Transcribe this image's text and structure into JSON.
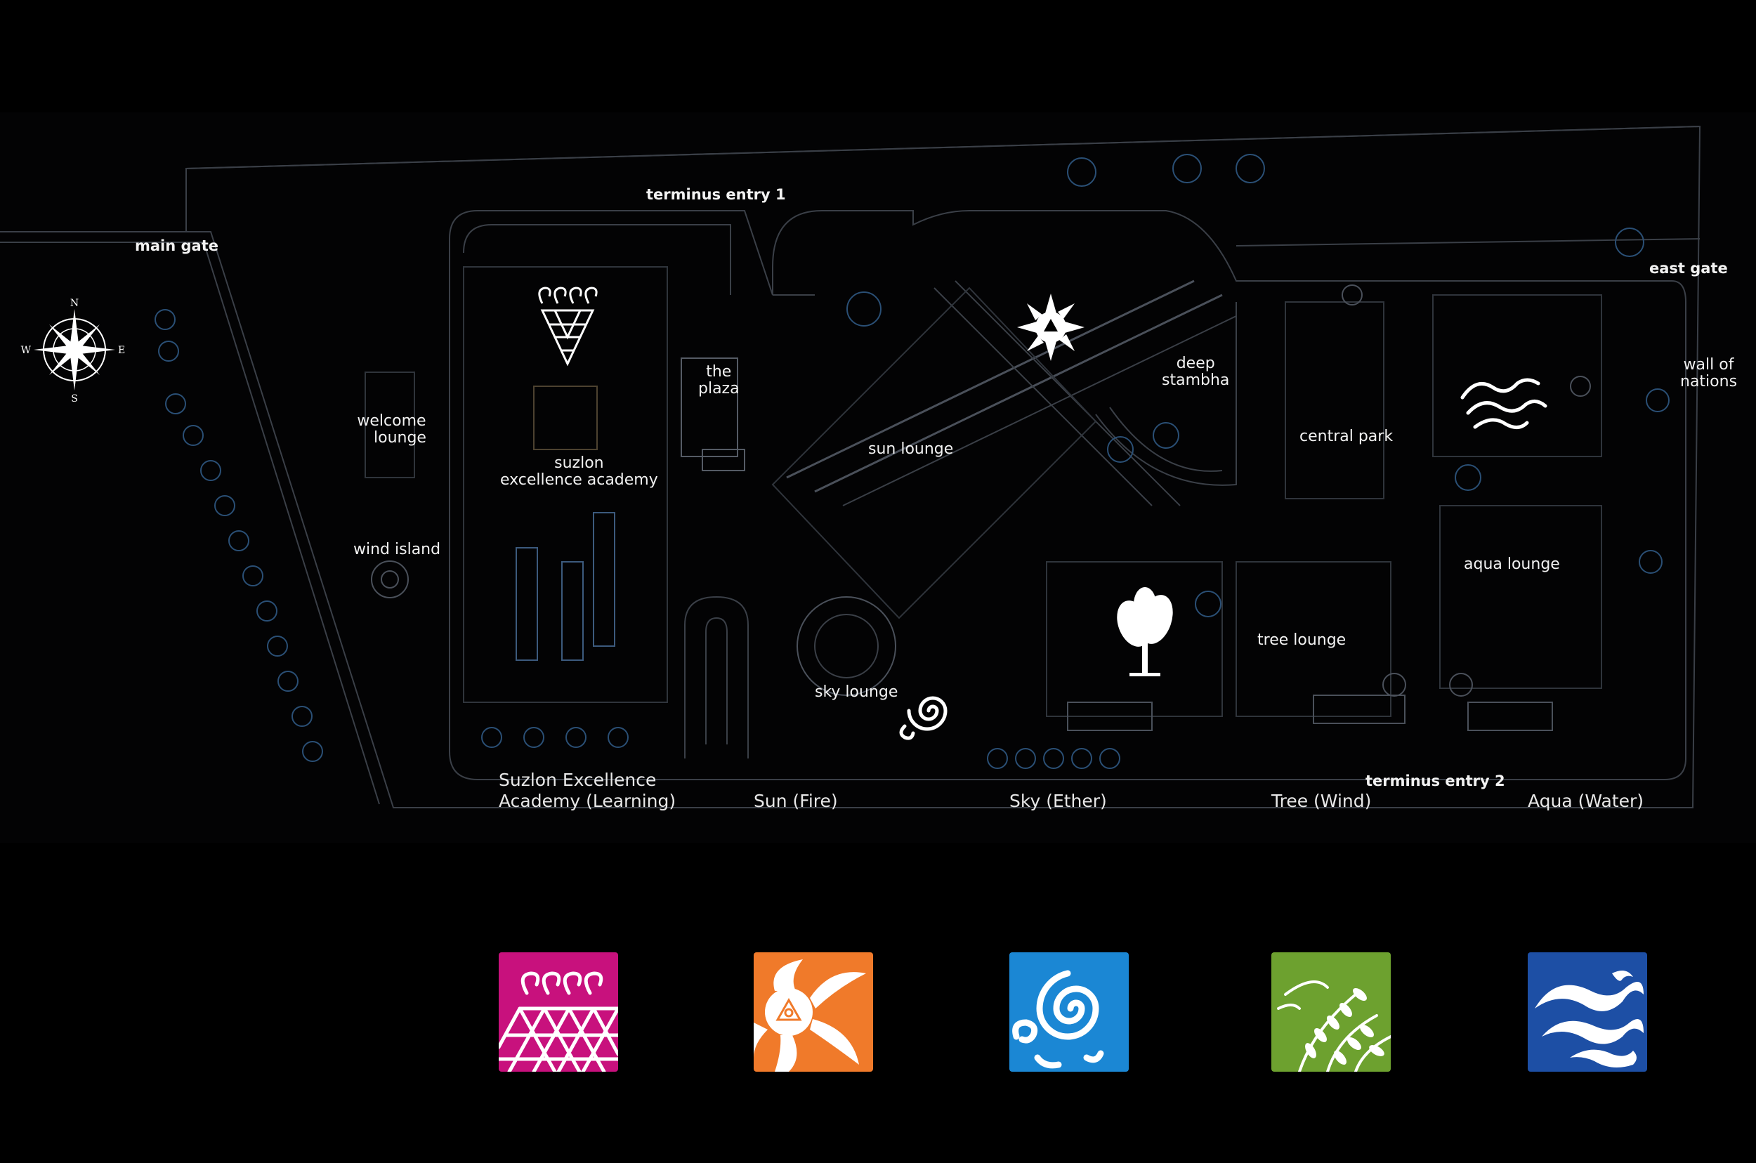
{
  "map": {
    "compass": {
      "n": "N",
      "s": "S",
      "e": "E",
      "w": "W"
    },
    "labels": {
      "main_gate": "main gate",
      "terminus_entry_1": "terminus entry 1",
      "east_gate": "east gate",
      "wall_of_nations": [
        "wall of",
        "nations"
      ],
      "welcome_lounge": [
        "welcome",
        "lounge"
      ],
      "wind_island": "wind island",
      "academy": [
        "suzlon",
        "excellence academy"
      ],
      "the_plaza": [
        "the",
        "plaza"
      ],
      "sun_lounge": "sun lounge",
      "deep_stambha": [
        "deep",
        "stambha"
      ],
      "central_park": "central park",
      "aqua_lounge": "aqua lounge",
      "tree_lounge": "tree lounge",
      "sky_lounge": "sky lounge",
      "terminus_entry_2": "terminus entry 2"
    }
  },
  "legend": [
    {
      "title": [
        "Suzlon Excellence",
        "Academy (Learning)"
      ],
      "icon": "learning-icon",
      "color": "#c8117d"
    },
    {
      "title": [
        "Sun (Fire)"
      ],
      "icon": "sun-icon",
      "color": "#f07a2a"
    },
    {
      "title": [
        "Sky (Ether)"
      ],
      "icon": "sky-spiral-icon",
      "color": "#1b87d4"
    },
    {
      "title": [
        "Tree (Wind)"
      ],
      "icon": "tree-icon",
      "color": "#6da12f"
    },
    {
      "title": [
        "Aqua (Water)"
      ],
      "icon": "water-wave-icon",
      "color": "#1d4fa5"
    }
  ]
}
